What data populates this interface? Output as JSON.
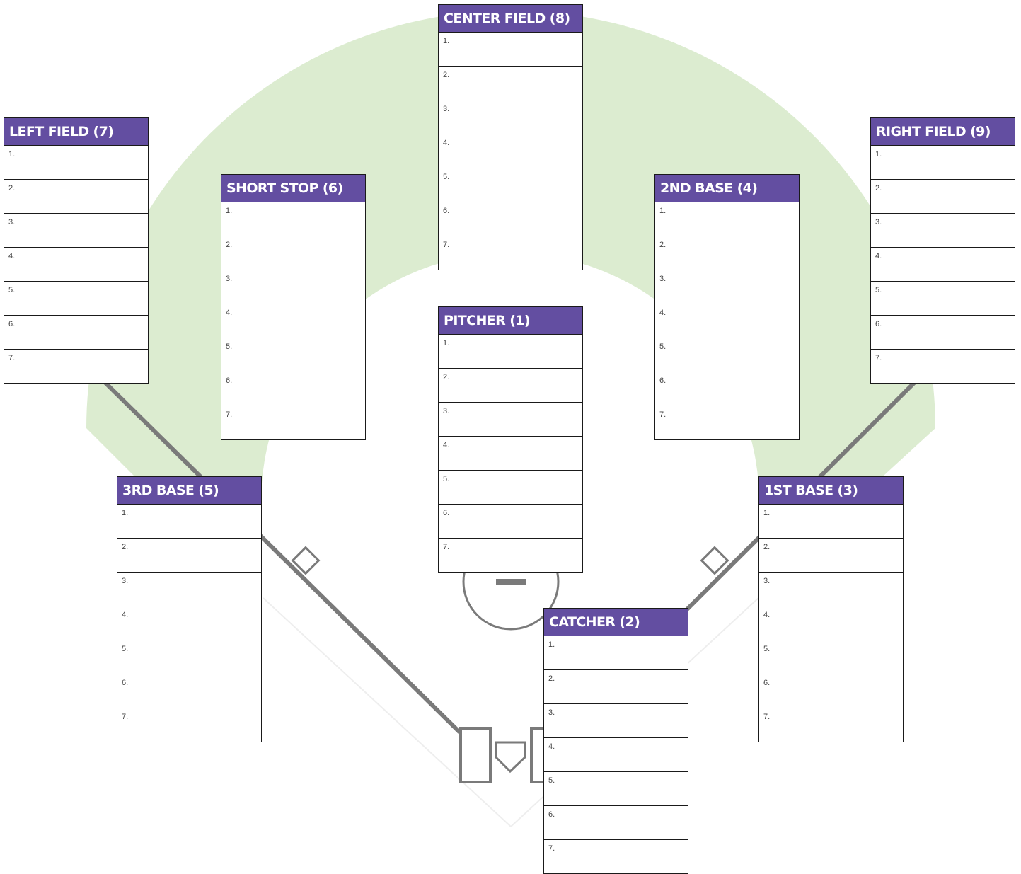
{
  "colors": {
    "header": "#634ea1",
    "grass": "#dcecd0",
    "lines": "#7a7a7a",
    "border": "#1a1a1a"
  },
  "positions": {
    "center_field": {
      "title": "CENTER FIELD (8)",
      "slots": [
        "1.",
        "2.",
        "3.",
        "4.",
        "5.",
        "6.",
        "7."
      ]
    },
    "left_field": {
      "title": "LEFT FIELD (7)",
      "slots": [
        "1.",
        "2.",
        "3.",
        "4.",
        "5.",
        "6.",
        "7."
      ]
    },
    "right_field": {
      "title": "RIGHT FIELD (9)",
      "slots": [
        "1.",
        "2.",
        "3.",
        "4.",
        "5.",
        "6.",
        "7."
      ]
    },
    "short_stop": {
      "title": "SHORT STOP (6)",
      "slots": [
        "1.",
        "2.",
        "3.",
        "4.",
        "5.",
        "6.",
        "7."
      ]
    },
    "second_base": {
      "title": "2ND BASE (4)",
      "slots": [
        "1.",
        "2.",
        "3.",
        "4.",
        "5.",
        "6.",
        "7."
      ]
    },
    "pitcher": {
      "title": "PITCHER (1)",
      "slots": [
        "1.",
        "2.",
        "3.",
        "4.",
        "5.",
        "6.",
        "7."
      ]
    },
    "third_base": {
      "title": "3RD BASE (5)",
      "slots": [
        "1.",
        "2.",
        "3.",
        "4.",
        "5.",
        "6.",
        "7."
      ]
    },
    "first_base": {
      "title": "1ST BASE (3)",
      "slots": [
        "1.",
        "2.",
        "3.",
        "4.",
        "5.",
        "6.",
        "7."
      ]
    },
    "catcher": {
      "title": "CATCHER (2)",
      "slots": [
        "1.",
        "2.",
        "3.",
        "4.",
        "5.",
        "6.",
        "7."
      ]
    }
  }
}
